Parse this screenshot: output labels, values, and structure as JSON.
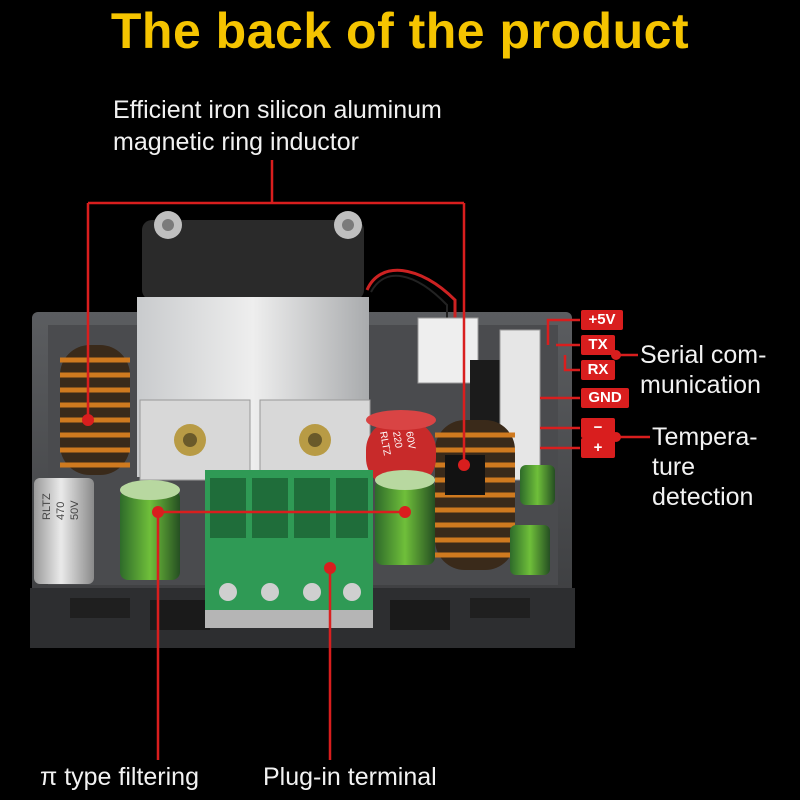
{
  "title": "The back of the product",
  "labels": {
    "inductor_line1": "Efficient iron silicon aluminum",
    "inductor_line2": "magnetic ring inductor",
    "serial_line1": "Serial com-",
    "serial_line2": "munication",
    "temp_line1": "Tempera-",
    "temp_line2": "ture",
    "temp_line3": "detection",
    "pi_filter": "π type filtering",
    "terminal": "Plug-in terminal"
  },
  "pin_tags": {
    "p5v": "+5V",
    "tx": "TX",
    "rx": "RX",
    "gnd": "GND",
    "minus": "−",
    "plus": "+"
  },
  "capacitor_left": {
    "brand": "RLTZ",
    "value": "470",
    "voltage": "50V"
  },
  "capacitor_right": {
    "brand": "RLTZ",
    "value": "220",
    "voltage": "60V"
  },
  "colors": {
    "title": "#f5c400",
    "callout": "#d91e1e",
    "text": "#f2f2f2",
    "background": "#000000"
  }
}
